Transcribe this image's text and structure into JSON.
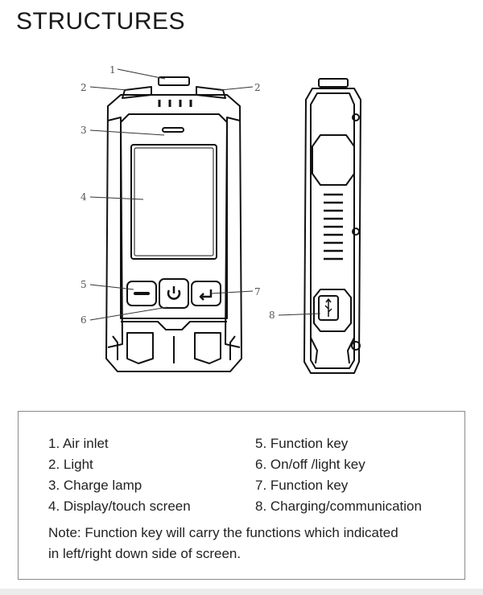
{
  "title": "STRUCTURES",
  "callouts": {
    "c1": "1",
    "c2a": "2",
    "c2b": "2",
    "c3": "3",
    "c4": "4",
    "c5": "5",
    "c6": "6",
    "c7": "7",
    "c8": "8"
  },
  "legend": {
    "left": [
      "1. Air inlet",
      "2. Light",
      "3. Charge lamp",
      "4. Display/touch screen"
    ],
    "right": [
      "5. Function key",
      "6. On/off /light key",
      "7. Function key",
      "8. Charging/communication"
    ],
    "note_line1": "Note:  Function key will carry the functions which indicated",
    "note_line2": "in left/right down side of screen."
  },
  "icons": {
    "left_key": "minus-icon",
    "center_key": "power-icon",
    "right_key": "enter-arrow-icon",
    "side_port": "usb-icon"
  }
}
